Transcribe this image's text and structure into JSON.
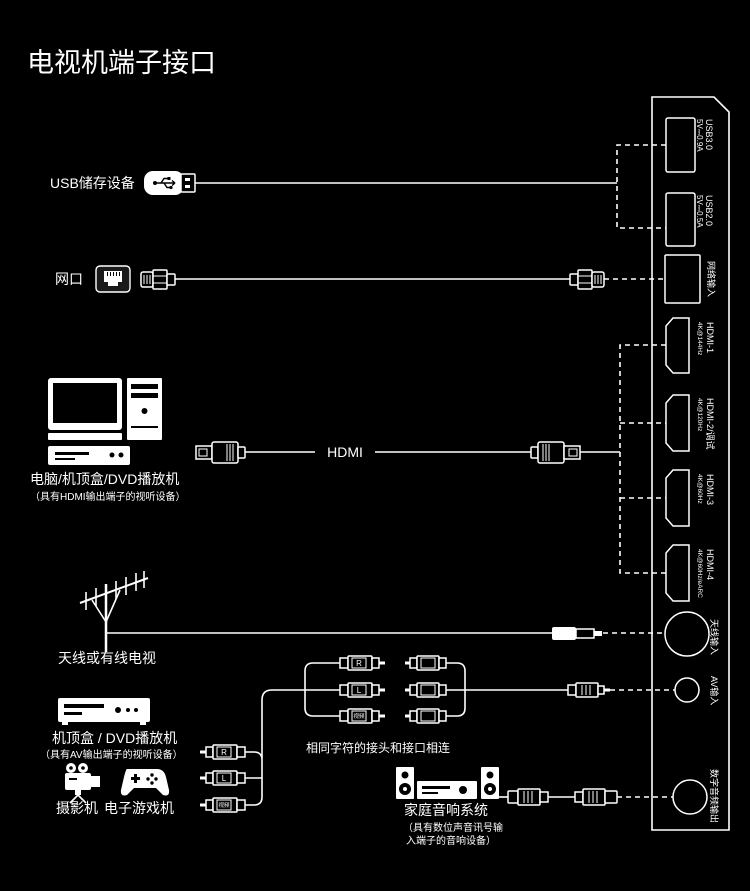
{
  "title": "电视机端子接口",
  "colors": {
    "background": "#000000",
    "foreground": "#ffffff"
  },
  "devices": {
    "usb_storage": "USB储存设备",
    "network": "网口",
    "hdmi_source": {
      "name": "电脑/机顶盒/DVD播放机",
      "note": "（具有HDMI输出端子的视听设备）"
    },
    "antenna": "天线或有线电视",
    "av_source": {
      "name": "机顶盒 / DVD播放机",
      "note": "（具有AV输出端子的视听设备）"
    },
    "camcorder": "摄影机",
    "game_console": "电子游戏机",
    "audio_system": {
      "name": "家庭音响系统",
      "note": [
        "（具有数位声音讯号输",
        "入端子的音响设备）"
      ]
    }
  },
  "cables": {
    "hdmi_label": "HDMI",
    "av_plug_labels": [
      "R",
      "L",
      "视频"
    ],
    "av_hint": "相同字符的接头和接口相连"
  },
  "tv_ports": [
    {
      "name": "USB3.0",
      "spec": "5V⎓0.9A"
    },
    {
      "name": "USB2.0",
      "spec": "5V⎓0.5A"
    },
    {
      "name": "网络输入"
    },
    {
      "name": "HDMI-1",
      "spec": "4K@144Hz"
    },
    {
      "name": "HDMI-2/调试",
      "spec": "4K@120Hz"
    },
    {
      "name": "HDMI-3",
      "spec": "4K@60Hz"
    },
    {
      "name": "HDMI-4",
      "spec": "4K@60Hz/eARC"
    },
    {
      "name": "天线输入"
    },
    {
      "name": "AV输入"
    },
    {
      "name": "数字音频输出"
    }
  ]
}
